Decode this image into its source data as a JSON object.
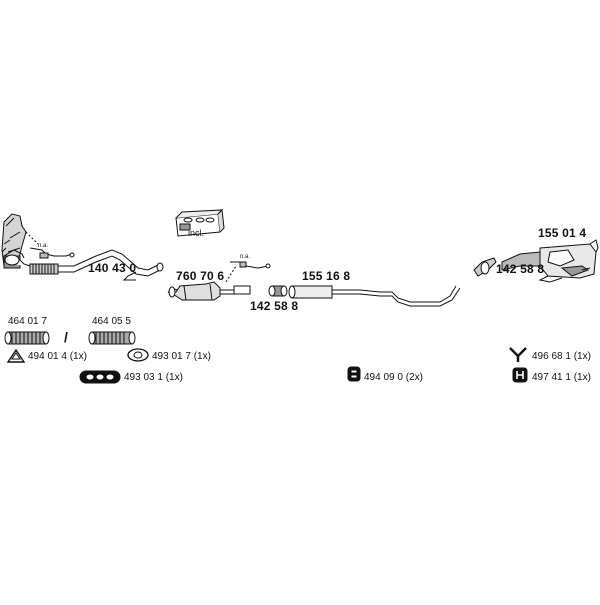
{
  "parts": {
    "front_pipe": "140 43 0",
    "catalyst": "760 70 6",
    "clamp_center": "142 58 8",
    "middle_silencer": "155 16 8",
    "clamp_rear": "142 58 8",
    "rear_silencer": "155 01 4",
    "flex_a": "464 01 7",
    "flex_b": "464 05 5",
    "separator": "/"
  },
  "notes": {
    "na_manifold": "n.a.",
    "na_sensor": "n.a.",
    "incl": "incl."
  },
  "accessories": {
    "ring": "494 01 4  (1x)",
    "gasket_oval": "493 01 7  (1x)",
    "gasket_triple": "493 03 1  (1x)",
    "rubber_mount": "494 09 0  (2x)",
    "y_hanger": "496 68 1  (1x)",
    "h_mount": "497 41 1  (1x)"
  },
  "colors": {
    "line": "#111111",
    "fill_light": "#e6e6e6",
    "fill_mid": "#9a9a9a"
  }
}
